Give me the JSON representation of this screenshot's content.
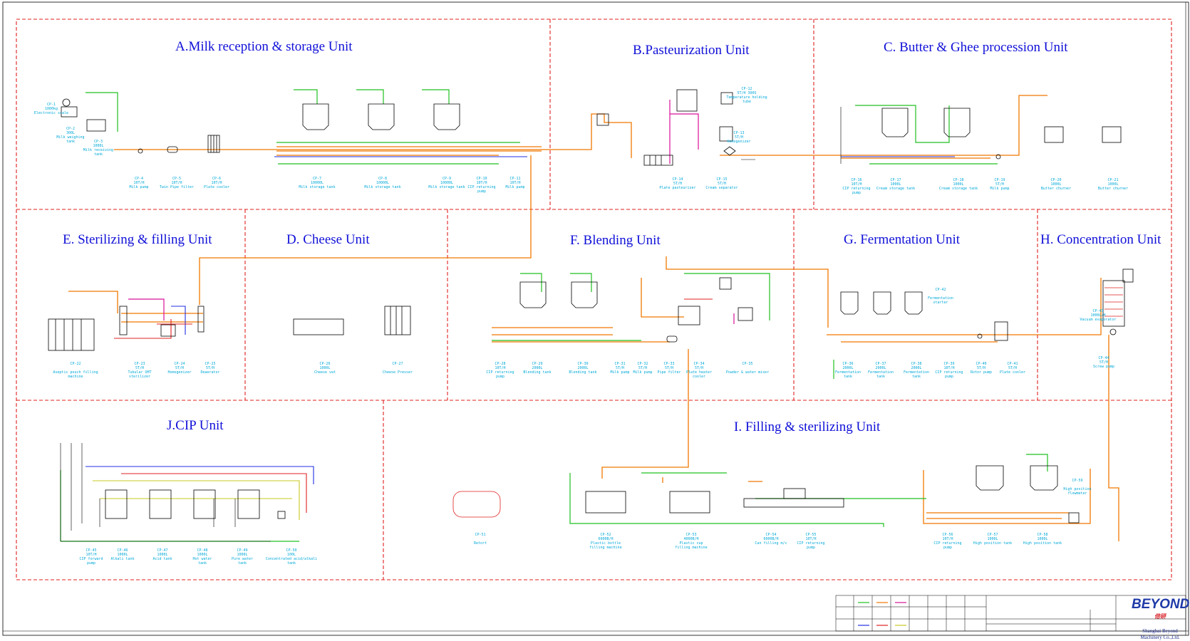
{
  "units": [
    {
      "id": "A",
      "title": "A.Milk reception & storage Unit",
      "equipment": [
        {
          "lines": [
            "CP-1",
            "1000kg",
            "Electronic scale"
          ]
        },
        {
          "lines": [
            "CP-2",
            "300L",
            "Milk weighing",
            "tank"
          ]
        },
        {
          "lines": [
            "CP-3",
            "1000L",
            "Milk receiving",
            "tank"
          ]
        },
        {
          "lines": [
            "CP-4",
            "10T/H",
            "Milk pump"
          ]
        },
        {
          "lines": [
            "CP-5",
            "10T/H",
            "Twin Pipe filter"
          ]
        },
        {
          "lines": [
            "CP-6",
            "10T/H",
            "Plate cooler"
          ]
        },
        {
          "lines": [
            "CP-7",
            "10000L",
            "Milk storage tank"
          ]
        },
        {
          "lines": [
            "CP-8",
            "10000L",
            "Milk storage tank"
          ]
        },
        {
          "lines": [
            "CP-9",
            "10000L",
            "Milk storage tank"
          ]
        },
        {
          "lines": [
            "CP-10",
            "10T/H",
            "CIP returning",
            "pump"
          ]
        },
        {
          "lines": [
            "CP-11",
            "10T/H",
            "Milk pump"
          ]
        }
      ]
    },
    {
      "id": "B",
      "title": "B.Pasteurization Unit",
      "equipment": [
        {
          "lines": [
            "CP-12",
            "5T/H 300S",
            "Temperature holding",
            "tube"
          ]
        },
        {
          "lines": [
            "CP-13",
            "5T/H",
            "Homogenizer"
          ]
        },
        {
          "lines": [
            "CP-14",
            "5T/H",
            "Plate pasteurizer"
          ]
        },
        {
          "lines": [
            "CP-15",
            "5T/H",
            "Cream separator"
          ]
        }
      ]
    },
    {
      "id": "C",
      "title": "C. Butter & Ghee procession Unit",
      "equipment": [
        {
          "lines": [
            "CP-16",
            "10T/H",
            "CIP returning",
            "pump"
          ]
        },
        {
          "lines": [
            "CP-17",
            "1000L",
            "Cream storage tank"
          ]
        },
        {
          "lines": [
            "CP-18",
            "1000L",
            "Cream storage tank"
          ]
        },
        {
          "lines": [
            "CP-19",
            "5T/H",
            "Milk pump"
          ]
        },
        {
          "lines": [
            "CP-20",
            "1000L",
            "Butter churner"
          ]
        },
        {
          "lines": [
            "CP-21",
            "1000L",
            "Butter churner"
          ]
        }
      ]
    },
    {
      "id": "E",
      "title": "E.  Sterilizing & filling Unit",
      "equipment": [
        {
          "lines": [
            "CP-22",
            "",
            "Aseptic pouch filling",
            "machine"
          ]
        },
        {
          "lines": [
            "CP-23",
            "5T/H",
            "Tubular UHT",
            "sterilizer"
          ]
        },
        {
          "lines": [
            "CP-24",
            "5T/H",
            "Homogenizer"
          ]
        },
        {
          "lines": [
            "CP-25",
            "5T/H",
            "Deaerator"
          ]
        }
      ]
    },
    {
      "id": "D",
      "title": "D. Cheese Unit",
      "equipment": [
        {
          "lines": [
            "CP-26",
            "1000L",
            "Cheese vat"
          ]
        },
        {
          "lines": [
            "CP-27",
            "",
            "Cheese Presser"
          ]
        }
      ]
    },
    {
      "id": "F",
      "title": "F.  Blending Unit",
      "equipment": [
        {
          "lines": [
            "CP-28",
            "10T/H",
            "CIP returning",
            "pump"
          ]
        },
        {
          "lines": [
            "CP-29",
            "2000L",
            "Blending tank"
          ]
        },
        {
          "lines": [
            "CP-30",
            "2000L",
            "Blending tank"
          ]
        },
        {
          "lines": [
            "CP-31",
            "5T/H",
            "Milk pump"
          ]
        },
        {
          "lines": [
            "CP-32",
            "5T/H",
            "Milk pump"
          ]
        },
        {
          "lines": [
            "CP-33",
            "5T/H",
            "Pipe filter"
          ]
        },
        {
          "lines": [
            "CP-34",
            "5T/H",
            "Plate heater",
            "cooler"
          ]
        },
        {
          "lines": [
            "CP-35",
            "",
            "Powder & water mixer"
          ]
        }
      ]
    },
    {
      "id": "G",
      "title": "G.  Fermentation Unit",
      "equipment": [
        {
          "lines": [
            "CP-36",
            "2000L",
            "Fermentation",
            "tank"
          ]
        },
        {
          "lines": [
            "CP-37",
            "2000L",
            "Fermentation",
            "tank"
          ]
        },
        {
          "lines": [
            "CP-38",
            "2000L",
            "Fermentation",
            "tank"
          ]
        },
        {
          "lines": [
            "CP-39",
            "10T/H",
            "CIP returning",
            "pump"
          ]
        },
        {
          "lines": [
            "CP-40",
            "5T/H",
            "Rotor pump"
          ]
        },
        {
          "lines": [
            "CP-41",
            "5T/H",
            "Plate cooler"
          ]
        },
        {
          "lines": [
            "CP-42",
            "",
            "Fermentation",
            "starter"
          ]
        }
      ]
    },
    {
      "id": "H",
      "title": "H.  Concentration Unit",
      "equipment": [
        {
          "lines": [
            "CP-43",
            "1000L/H",
            "Vacuum evaporator"
          ]
        },
        {
          "lines": [
            "CP-44",
            "5T/H",
            "Screw pump"
          ]
        }
      ]
    },
    {
      "id": "J",
      "title": "J.CIP Unit",
      "equipment": [
        {
          "lines": [
            "CP-45",
            "10T/H",
            "CIP forward",
            "pump"
          ]
        },
        {
          "lines": [
            "CP-46",
            "1000L",
            "Alkali tank"
          ]
        },
        {
          "lines": [
            "CP-47",
            "1000L",
            "Acid tank"
          ]
        },
        {
          "lines": [
            "CP-48",
            "1000L",
            "Hot water",
            "tank"
          ]
        },
        {
          "lines": [
            "CP-49",
            "1000L",
            "Pure water",
            "tank"
          ]
        },
        {
          "lines": [
            "CP-50",
            "100L",
            "Concentrated acid/alkali",
            "tank"
          ]
        }
      ]
    },
    {
      "id": "I",
      "title": "I.  Filling & sterilizing Unit",
      "equipment": [
        {
          "lines": [
            "CP-51",
            "",
            "Retort"
          ]
        },
        {
          "lines": [
            "CP-52",
            "6000B/H",
            "Plastic bottle",
            "filling machine"
          ]
        },
        {
          "lines": [
            "CP-53",
            "4000B/H",
            "Plastic cup",
            "filling machine"
          ]
        },
        {
          "lines": [
            "CP-54",
            "6000B/H",
            "Can filling m/c"
          ]
        },
        {
          "lines": [
            "CP-55",
            "10T/H",
            "CIP returning",
            "pump"
          ]
        },
        {
          "lines": [
            "CP-56",
            "10T/H",
            "CIP returning",
            "pump"
          ]
        },
        {
          "lines": [
            "CP-57",
            "1000L",
            "High position tank"
          ]
        },
        {
          "lines": [
            "CP-58",
            "1000L",
            "High position tank"
          ]
        },
        {
          "lines": [
            "CP-59",
            "",
            "High position",
            "flowmeter"
          ]
        }
      ]
    }
  ],
  "colors": {
    "border": "#e0201e",
    "title": "#1010d8",
    "label": "#00a8d8",
    "product": "#f07800",
    "water": "#20c020",
    "steam": "#d8109a",
    "cip": "#2030e0",
    "acid": "#e02020",
    "pure": "#c8c820",
    "equipment": "#000000"
  },
  "brand": {
    "logo_text": "BEYOND",
    "logo_sub": "倍研",
    "company_lines": [
      "Shanghai Beyond",
      "Machinery Co.,Ltd."
    ]
  }
}
